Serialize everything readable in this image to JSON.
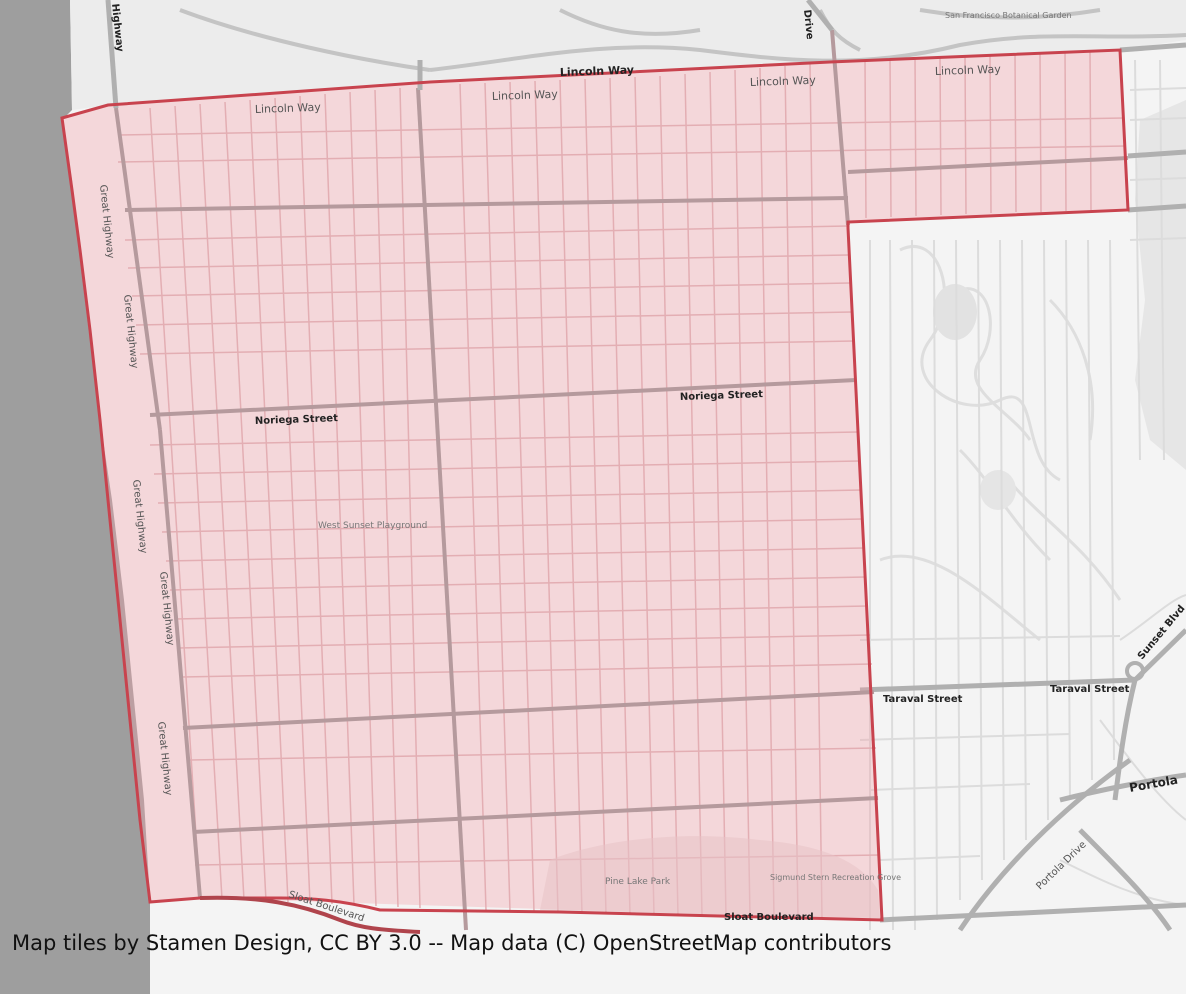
{
  "map": {
    "colors": {
      "land": "#f4f4f4",
      "water": "#9e9e9e",
      "park": "#eaeaea",
      "minor_road": "#d4d4d4",
      "major_road": "#a9a9a9",
      "fill": "#f4a0aa",
      "boundary": "#c8434e"
    },
    "labels": {
      "lincoln_1": "Lincoln Way",
      "lincoln_2": "Lincoln Way",
      "lincoln_3": "Lincoln Way",
      "lincoln_4": "Lincoln Way",
      "lincoln_bold": "Lincoln Way",
      "noriega_1": "Noriega Street",
      "noriega_2": "Noriega Street",
      "taraval_1": "Taraval Street",
      "taraval_2": "Taraval Street",
      "great_hwy_1": "Great Highway",
      "great_hwy_2": "Great Highway",
      "great_hwy_3": "Great Highway",
      "great_hwy_4": "Great Highway",
      "great_hwy_5": "Great Highway",
      "sloat_1": "Sloat Boulevard",
      "sloat_2": "Sloat Boulevard",
      "portola_drive": "Portola Drive",
      "portola": "Portola",
      "sunset_blvd": "Sunset Blvd",
      "west_sunset": "West Sunset Playground",
      "pine_lake": "Pine Lake Park",
      "stern_grove": "Sigmund Stern Recreation Grove",
      "botanical_garden": "San Francisco Botanical Garden",
      "drive": "Drive",
      "highway_edge": "Highway"
    },
    "attribution": "Map tiles by Stamen Design, CC BY 3.0 -- Map data (C) OpenStreetMap contributors"
  }
}
